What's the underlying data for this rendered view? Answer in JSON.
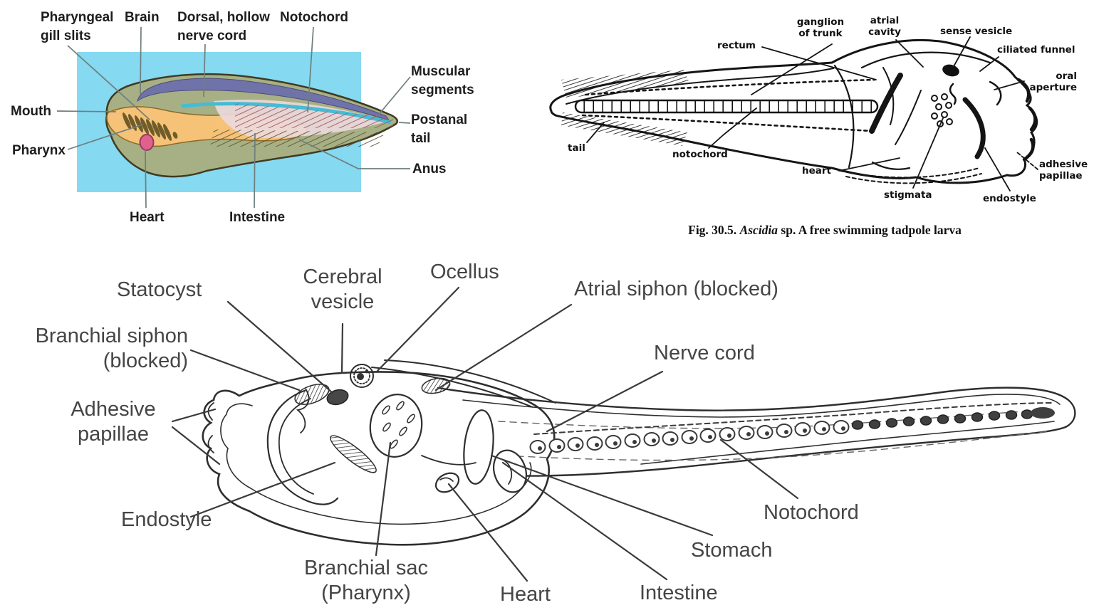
{
  "colors": {
    "panel_background": "#85d9f0",
    "body_olive": "#a7b084",
    "nerve_cord_purple": "#7073a9",
    "notochord_teal": "#45bcd4",
    "gut_orange": "#f6c277",
    "gill_slit_brown": "#6f5c2b",
    "heart_pink": "#e0628c",
    "line_ink": "#1a1a1a",
    "leader_gray": "#6e7e7e",
    "label_gray": "#454545"
  },
  "lancelet_panel": {
    "labels": {
      "pharyngeal_gill_slits": {
        "l1": "Pharyngeal",
        "l2": "gill slits"
      },
      "brain": "Brain",
      "dorsal_hollow_nerve_cord": {
        "l1": "Dorsal, hollow",
        "l2": "nerve cord"
      },
      "notochord": "Notochord",
      "muscular_segments": {
        "l1": "Muscular",
        "l2": "segments"
      },
      "mouth": "Mouth",
      "postanal_tail": {
        "l1": "Postanal",
        "l2": "tail"
      },
      "pharynx": "Pharynx",
      "anus": "Anus",
      "heart": "Heart",
      "intestine": "Intestine"
    }
  },
  "ascidia_panel": {
    "labels": {
      "rectum": "rectum",
      "ganglion_of_trunk": {
        "l1": "ganglion",
        "l2": "of trunk"
      },
      "atrial_cavity": {
        "l1": "atrial",
        "l2": "cavity"
      },
      "sense_vesicle": "sense vesicle",
      "ciliated_funnel": "ciliated funnel",
      "oral_aperture": {
        "l1": "oral",
        "l2": "aperture"
      },
      "tail": "tail",
      "notochord": "notochord",
      "heart": "heart",
      "stigmata": "stigmata",
      "endostyle": "endostyle",
      "adhesive_papillae": {
        "l1": "adhesive",
        "l2": "papillae"
      }
    },
    "caption": {
      "fig": "Fig. 30.5.",
      "species": "Ascidia",
      "rest": "sp. A free swimming tadpole larva"
    }
  },
  "tadpole_panel": {
    "labels": {
      "statocyst": "Statocyst",
      "cerebral_vesicle": {
        "l1": "Cerebral",
        "l2": "vesicle"
      },
      "ocellus": "Ocellus",
      "atrial_siphon": "Atrial siphon (blocked)",
      "branchial_siphon": {
        "l1": "Branchial siphon",
        "l2": "(blocked)"
      },
      "adhesive_papillae": {
        "l1": "Adhesive",
        "l2": "papillae"
      },
      "nerve_cord": "Nerve cord",
      "endostyle": "Endostyle",
      "branchial_sac": {
        "l1": "Branchial sac",
        "l2": "(Pharynx)"
      },
      "heart": "Heart",
      "intestine": "Intestine",
      "stomach": "Stomach",
      "notochord": "Notochord"
    }
  }
}
